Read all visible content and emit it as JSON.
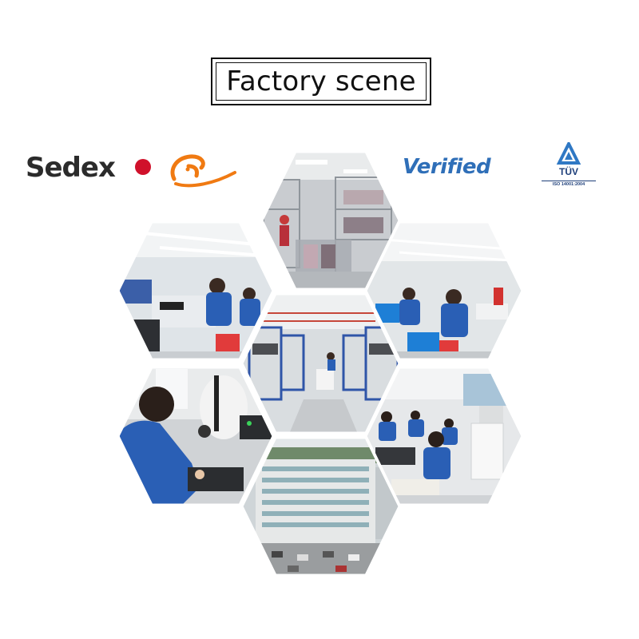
{
  "title": "Factory scene",
  "logos": {
    "sedex": "Sedex",
    "verified": "Verified",
    "tuv_name": "TÜV",
    "tuv_iso": "ISO 14001:2004"
  },
  "colors": {
    "sedex_red": "#d0112b",
    "alibaba_orange": "#f07a12",
    "verified_blue": "#2f6fb8",
    "tuv_blue": "#1e3f7a",
    "uniform_blue": "#2a5fb5"
  },
  "photos": [
    {
      "scene": "showroom-racks",
      "bg": "#c9ccd0"
    },
    {
      "scene": "sewing-workshop-left",
      "bg": "#dfe4e8"
    },
    {
      "scene": "sewing-workshop-right",
      "bg": "#e2e6e8"
    },
    {
      "scene": "warehouse-aisle",
      "bg": "#d9dde0"
    },
    {
      "scene": "worker-machine",
      "bg": "#d0d3d6"
    },
    {
      "scene": "office-workers",
      "bg": "#e6e8ea"
    },
    {
      "scene": "factory-building",
      "bg": "#cfd5d8"
    }
  ]
}
